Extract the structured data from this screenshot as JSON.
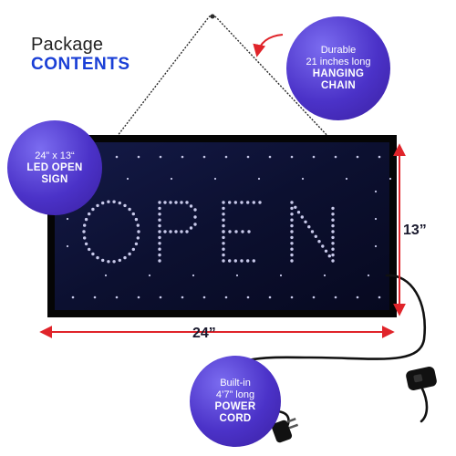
{
  "package": {
    "line1": "Package",
    "line2": "CONTENTS"
  },
  "callouts": {
    "chain": {
      "line1": "Durable",
      "line2": "21 inches long",
      "line3": "HANGING",
      "line4": "CHAIN"
    },
    "sign": {
      "line1": "24” x 13“",
      "line2": "LED OPEN",
      "line3": "SIGN"
    },
    "cord": {
      "line1": "Built-in",
      "line2": "4’7” long",
      "line3": "POWER",
      "line4": "CORD"
    }
  },
  "dimensions": {
    "height": "13”",
    "width": "24”"
  },
  "sign_text": "OPEN",
  "colors": {
    "contents_blue": "#1a3fd6",
    "bubble_purple": "#4b32c8",
    "arrow_red": "#e0242a",
    "sign_panel": "#0c1030",
    "led_dot": "#c8c9ea"
  },
  "icons": [
    "chain-graphic",
    "power-cord-graphic",
    "inline-switch-icon",
    "power-plug-icon"
  ]
}
